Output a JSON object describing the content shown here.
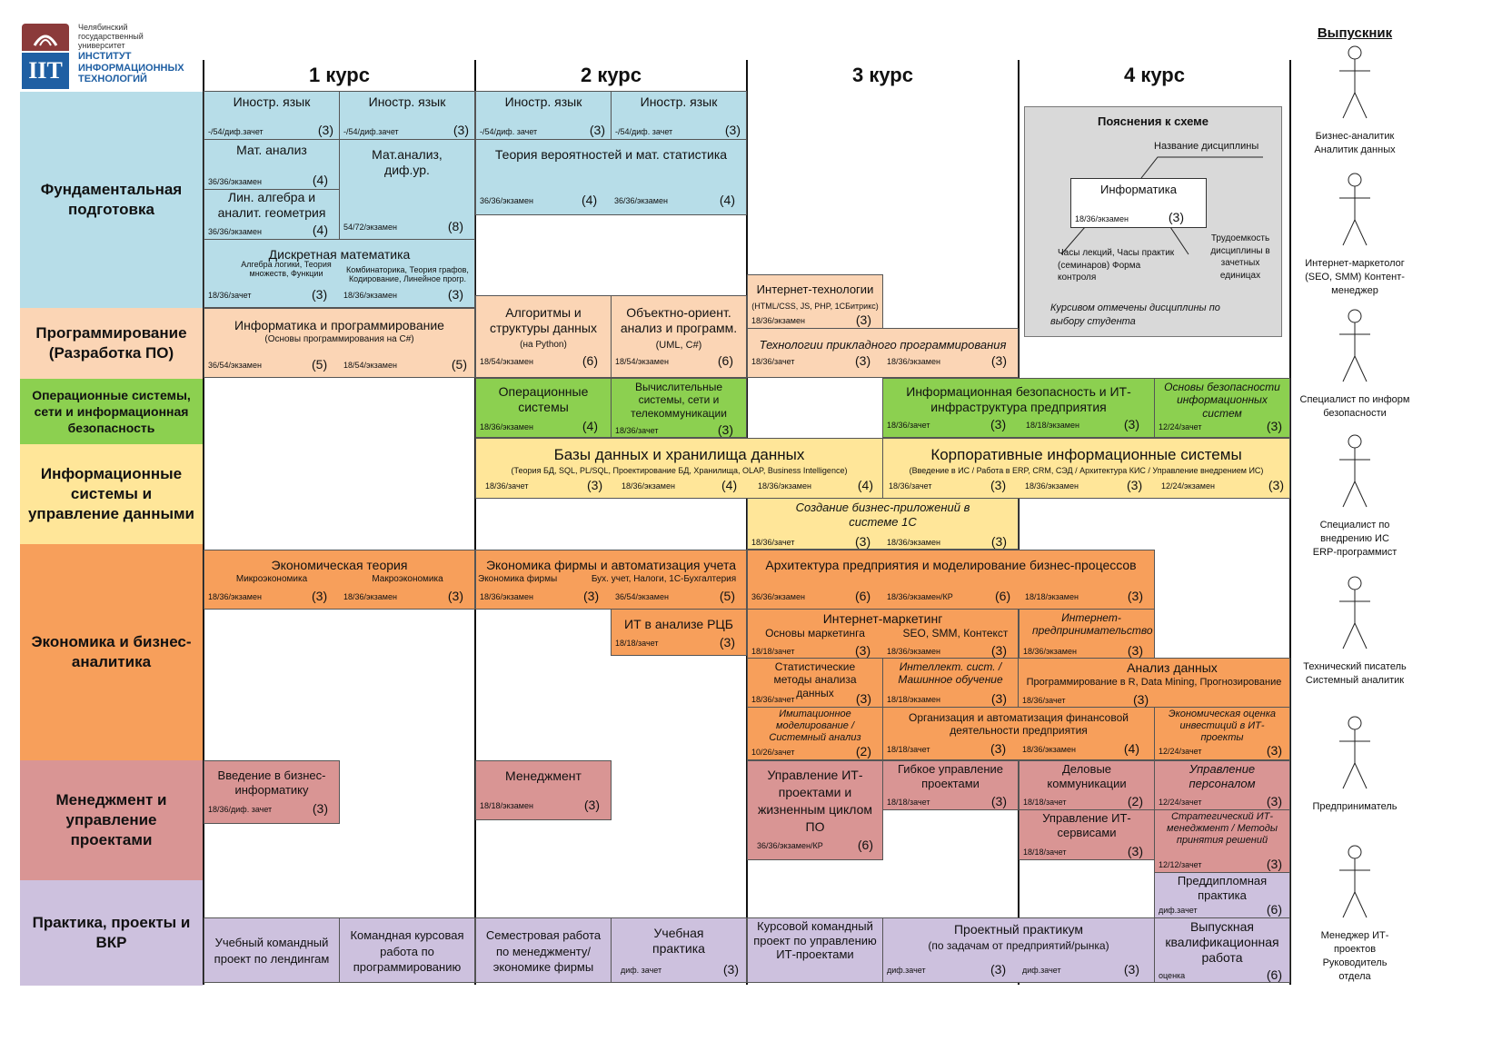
{
  "colors": {
    "fund": "#b7dde8",
    "prog": "#fbd5b5",
    "os": "#8cd050",
    "is": "#ffe699",
    "econ": "#f79f5b",
    "mgmt": "#d99594",
    "prac": "#cdc1de",
    "legend": "#d9d9d9"
  },
  "logo": {
    "mark": "IIT",
    "univ": "Челябинский государственный университет",
    "inst": "ИНСТИТУТ ИНФОРМАЦИОННЫХ ТЕХНОЛОГИЙ"
  },
  "years": [
    "1 курс",
    "2 курс",
    "3 курс",
    "4 курс"
  ],
  "graduate_title": "Выпускник",
  "categories": [
    "Фундаментальная подготовка",
    "Программирование (Разработка ПО)",
    "Операционные системы, сети и информационная безопасность",
    "Информационные системы и управление данными",
    "Экономика и бизнес-аналитика",
    "Менеджмент и управление проектами",
    "Практика, проекты и ВКР"
  ],
  "courses": [
    {
      "name": "Иностр. язык",
      "hours": "-/54/диф.зачет",
      "credits": "(3)"
    },
    {
      "name": "Иностр. язык",
      "hours": "-/54/диф.зачет",
      "credits": "(3)"
    },
    {
      "name": "Иностр. язык",
      "hours": "-/54/диф. зачет",
      "credits": "(3)"
    },
    {
      "name": "Иностр. язык",
      "hours": "-/54/диф. зачет",
      "credits": "(3)"
    },
    {
      "name": "Мат. анализ",
      "hours": "36/36/экзамен",
      "credits": "(4)"
    },
    {
      "name": "Лин. алгебра и аналит. геометрия",
      "hours": "36/36/экзамен",
      "credits": "(4)"
    },
    {
      "name": "Мат.анализ, диф.ур.",
      "hours": "54/72/экзамен",
      "credits": "(8)"
    },
    {
      "name": "Теория вероятностей и мат. статистика",
      "hours": "36/36/экзамен",
      "credits": "(4)",
      "hours2": "36/36/экзамен",
      "credits2": "(4)"
    },
    {
      "name": "Дискретная математика",
      "subL": "Алгебра логики, Теория множеств, Функции",
      "subR": "Комбинаторика, Теория графов, Кодирование, Линейное прогр.",
      "hours": "18/36/зачет",
      "credits": "(3)",
      "hours2": "18/36/экзамен",
      "credits2": "(3)"
    },
    {
      "name": "Информатика и программирование",
      "sub": "(Основы программирования на C#)",
      "hours": "36/54/экзамен",
      "credits": "(5)",
      "hours2": "18/54/экзамен",
      "credits2": "(5)"
    },
    {
      "name": "Алгоритмы и структуры данных",
      "sub": "(на Python)",
      "hours": "18/54/экзамен",
      "credits": "(6)"
    },
    {
      "name": "Объектно-ориент. анализ и программ.",
      "sub": "(UML, C#)",
      "hours": "18/54/экзамен",
      "credits": "(6)"
    },
    {
      "name": "Интернет-технологии",
      "sub": "(HTML/CSS, JS, PHP, 1СБитрикс)",
      "hours": "18/36/экзамен",
      "credits": "(3)"
    },
    {
      "name": "Технологии прикладного программирования",
      "hours": "18/36/зачет",
      "credits": "(3)",
      "hours2": "18/36/экзамен",
      "credits2": "(3)"
    },
    {
      "name": "Операционные системы",
      "hours": "18/36/экзамен",
      "credits": "(4)"
    },
    {
      "name": "Вычислительные системы, сети и телекоммуникации",
      "hours": "18/36/зачет",
      "credits": "(3)"
    },
    {
      "name": "Информационная безопасность и ИТ-инфраструктура предприятия",
      "hours": "18/36/зачет",
      "credits": "(3)",
      "hours2": "18/18/экзамен",
      "credits2": "(3)"
    },
    {
      "name": "Основы безопасности информационных систем",
      "hours": "12/24/зачет",
      "credits": "(3)"
    },
    {
      "name": "Базы данных и хранилища данных",
      "sub": "(Теория БД, SQL, PL/SQL, Проектирование БД, Хранилища, OLAP, Business Intelligence)",
      "hours": "18/36/зачет",
      "credits": "(3)",
      "hours2": "18/36/экзамен",
      "credits2": "(4)",
      "hours3": "18/36/экзамен",
      "credits3": "(4)"
    },
    {
      "name": "Корпоративные информационные системы",
      "sub": "(Введение в ИС / Работа в ERP, CRM, СЭД / Архитектура КИС / Управление внедрением ИС)",
      "hours": "18/36/зачет",
      "credits": "(3)",
      "hours2": "18/36/экзамен",
      "credits2": "(3)",
      "hours3": "12/24/экзамен",
      "credits3": "(3)"
    },
    {
      "name": "Создание бизнес-приложений в системе 1С",
      "hours": "18/36/зачет",
      "credits": "(3)",
      "hours2": "18/36/экзамен",
      "credits2": "(3)"
    },
    {
      "name": "Экономическая теория",
      "subL": "Микроэкономика",
      "subR": "Макроэкономика",
      "hours": "18/36/экзамен",
      "credits": "(3)",
      "hours2": "18/36/экзамен",
      "credits2": "(3)"
    },
    {
      "name": "Экономика фирмы и автоматизация учета",
      "subL": "Экономика фирмы",
      "subR": "Бух. учет, Налоги, 1С-Бухгалтерия",
      "hours": "18/36/экзамен",
      "credits": "(3)",
      "hours2": "36/54/экзамен",
      "credits2": "(5)"
    },
    {
      "name": "Архитектура предприятия и моделирование бизнес-процессов",
      "hours": "36/36/экзамен",
      "credits": "(6)",
      "hours2": "18/36/экзамен/КР",
      "credits2": "(6)",
      "hours3": "18/18/экзамен",
      "credits3": "(3)"
    },
    {
      "name": "ИТ в анализе РЦБ",
      "hours": "18/18/зачет",
      "credits": "(3)"
    },
    {
      "name": "Интернет-маркетинг",
      "subL": "Основы маркетинга",
      "subR": "SEO, SMM, Контекст",
      "hours": "18/18/зачет",
      "credits": "(3)",
      "hours2": "18/36/экзамен",
      "credits2": "(3)"
    },
    {
      "name": "Интернет-предпринимательство",
      "hours": "18/36/экзамен",
      "credits": "(3)"
    },
    {
      "name": "Статистические методы анализа данных",
      "hours": "18/36/зачет",
      "credits": "(3)"
    },
    {
      "name": "Интеллект. сист. / Машинное обучение",
      "hours": "18/18/экзамен",
      "credits": "(3)"
    },
    {
      "name": "Анализ данных",
      "sub": "Программирование в R, Data Mining, Прогнозирование",
      "hours": "18/36/зачет",
      "credits": "(3)"
    },
    {
      "name": "Имитационное моделирование / Системный анализ",
      "hours": "10/26/зачет",
      "credits": "(2)"
    },
    {
      "name": "Организация и автоматизация финансовой деятельности предприятия",
      "hours": "18/18/зачет",
      "credits": "(3)",
      "hours2": "18/36/экзамен",
      "credits2": "(4)"
    },
    {
      "name": "Экономическая оценка инвестиций в ИТ-проекты",
      "hours": "12/24/зачет",
      "credits": "(3)"
    },
    {
      "name": "Введение в бизнес-информатику",
      "hours": "18/36/диф. зачет",
      "credits": "(3)"
    },
    {
      "name": "Менеджмент",
      "hours": "18/18/экзамен",
      "credits": "(3)"
    },
    {
      "name": "Управление ИТ-проектами и жизненным циклом ПО",
      "hours": "36/36/экзамен/КР",
      "credits": "(6)"
    },
    {
      "name": "Гибкое управление проектами",
      "hours": "18/18/зачет",
      "credits": "(3)"
    },
    {
      "name": "Деловые коммуникации",
      "hours": "18/18/зачет",
      "credits": "(2)"
    },
    {
      "name": "Управление персоналом",
      "hours": "12/24/зачет",
      "credits": "(3)"
    },
    {
      "name": "Управление ИТ-сервисами",
      "hours": "18/18/зачет",
      "credits": "(3)"
    },
    {
      "name": "Стратегический ИТ-менеджмент / Методы принятия решений",
      "hours": "12/12/зачет",
      "credits": "(3)"
    },
    {
      "name": "Преддипломная практика",
      "hours": "диф.зачет",
      "credits": "(6)"
    },
    {
      "name": "Учебный командный проект по лендингам"
    },
    {
      "name": "Командная курсовая работа по программированию"
    },
    {
      "name": "Семестровая работа по менеджменту/ экономике фирмы"
    },
    {
      "name": "Учебная практика",
      "hours": "диф. зачет",
      "credits": "(3)"
    },
    {
      "name": "Курсовой командный проект по управлению ИТ-проектами"
    },
    {
      "name": "Проектный практикум",
      "sub": "(по задачам от предприятий/рынка)",
      "hours": "диф.зачет",
      "credits": "(3)",
      "hours2": "диф.зачет",
      "credits2": "(3)"
    },
    {
      "name": "Выпускная квалификационная работа",
      "hours": "оценка",
      "credits": "(6)"
    }
  ],
  "legend": {
    "title": "Пояснения к схеме",
    "name_label": "Название дисциплины",
    "example_name": "Информатика",
    "example_hours": "18/36/экзамен",
    "example_credits": "(3)",
    "hours_label": "Часы лекций, Часы практик (семинаров) Форма контроля",
    "credits_label": "Трудоемкость дисциплины в зачетных единицах",
    "italic_note": "Курсивом отмечены дисциплины по выбору студента"
  },
  "graduates": [
    "Бизнес-аналитик Аналитик данных",
    "Интернет-маркетолог (SEO, SMM) Контент-менеджер",
    "Специалист по информ безопасности",
    "Специалист по внедрению ИС ERP-программист",
    "Технический писатель Системный аналитик",
    "Предприниматель",
    "Менеджер ИТ-проектов Руководитель отдела"
  ]
}
